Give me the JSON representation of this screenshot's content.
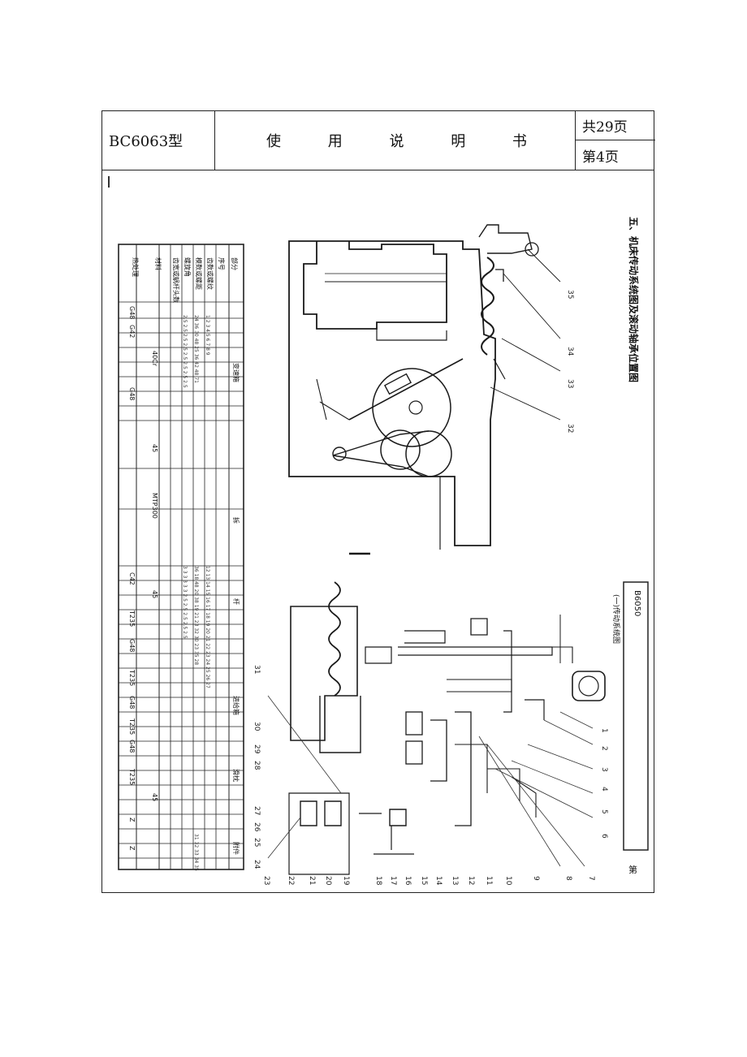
{
  "header": {
    "model": "BC6063型",
    "doc_title": "使 用 说 明 书",
    "total_pages": "共29页",
    "current_page": "第4页"
  },
  "figure": {
    "section_title": "五、机床传动系统图及滚动轴承位置图",
    "sub_caption": "(一)传动系统图",
    "code_label": "B6050",
    "table_headers": [
      "部分",
      "序号",
      "齿数或螺纹",
      "模数或螺距",
      "螺旋角",
      "齿宽或蜗杆头数",
      "材料",
      "热处理"
    ],
    "table_group_labels": [
      "变速箱",
      "拆",
      "杆",
      "进给箱",
      "滑枕",
      "附件"
    ],
    "materials": [
      "40Cr",
      "45",
      "MTP300",
      "45",
      "45"
    ],
    "heat": [
      "G48",
      "G42",
      "G48",
      "C42",
      "T235",
      "G48",
      "T235",
      "G48",
      "T235",
      "G48",
      "T235",
      "Z",
      "Z"
    ],
    "callouts": [
      "1",
      "2",
      "3",
      "4",
      "5",
      "6",
      "7",
      "8",
      "9",
      "10",
      "11",
      "12",
      "13",
      "14",
      "15",
      "16",
      "17",
      "18",
      "19",
      "20",
      "21",
      "22",
      "23",
      "24",
      "25",
      "26",
      "27",
      "28",
      "29",
      "30",
      "31",
      "32",
      "33",
      "34",
      "35"
    ],
    "footer_mark": "第"
  }
}
